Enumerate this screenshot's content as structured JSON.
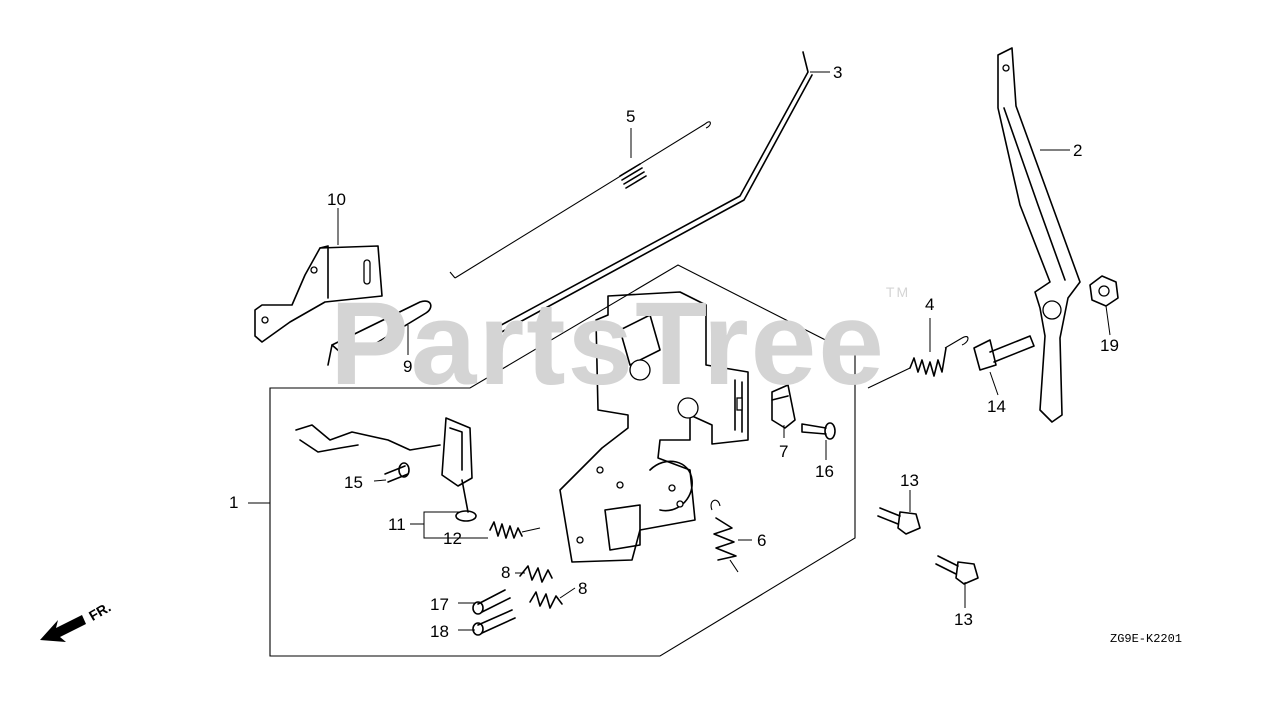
{
  "watermark": {
    "text": "PartsTree",
    "mark": "TM"
  },
  "callouts": [
    {
      "id": "c1",
      "label": "1"
    },
    {
      "id": "c2",
      "label": "2"
    },
    {
      "id": "c3",
      "label": "3"
    },
    {
      "id": "c4",
      "label": "4"
    },
    {
      "id": "c5",
      "label": "5"
    },
    {
      "id": "c6",
      "label": "6"
    },
    {
      "id": "c7",
      "label": "7"
    },
    {
      "id": "c8a",
      "label": "8"
    },
    {
      "id": "c8b",
      "label": "8"
    },
    {
      "id": "c9",
      "label": "9"
    },
    {
      "id": "c10",
      "label": "10"
    },
    {
      "id": "c11",
      "label": "11"
    },
    {
      "id": "c12",
      "label": "12"
    },
    {
      "id": "c13a",
      "label": "13"
    },
    {
      "id": "c13b",
      "label": "13"
    },
    {
      "id": "c14",
      "label": "14"
    },
    {
      "id": "c15",
      "label": "15"
    },
    {
      "id": "c16",
      "label": "16"
    },
    {
      "id": "c17",
      "label": "17"
    },
    {
      "id": "c18",
      "label": "18"
    },
    {
      "id": "c19",
      "label": "19"
    }
  ],
  "diagram_code": "ZG9E-K2201",
  "front_indicator": {
    "text": "FR.",
    "icon": "front-direction-arrow-icon"
  }
}
